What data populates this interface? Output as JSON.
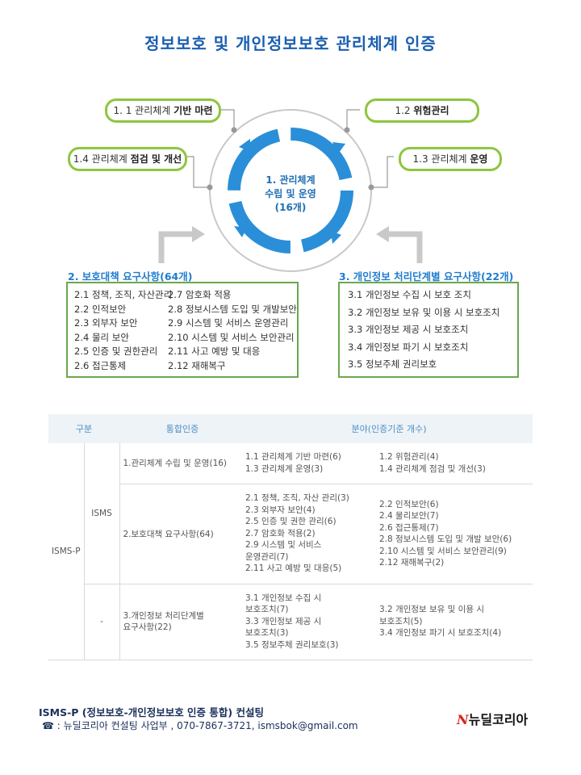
{
  "title": "정보보호 및 개인정보보호 관리체계 인증",
  "cycle": {
    "center": [
      "1. 관리체계",
      "수립 및 운영",
      "(16개)"
    ],
    "p11": {
      "prefix": "1. 1 관리체계 ",
      "bold": "기반 마련"
    },
    "p12": {
      "prefix": "1.2 ",
      "bold": "위험관리"
    },
    "p13": {
      "prefix": "1.3 관리체계 ",
      "bold": "운영"
    },
    "p14": {
      "prefix": "1.4 관리체계 ",
      "bold": "점검 및 개선"
    }
  },
  "section2": {
    "heading": "2. 보호대책 요구사항(64개)",
    "col1": [
      "2.1 정책, 조직, 자산관리",
      "2.2 인적보안",
      "2.3 외부자 보안",
      "2.4 물리 보안",
      "2.5 인증 및 권한관리",
      "2.6 접근통제"
    ],
    "col2": [
      "2.7 암호화 적용",
      "2.8 정보시스템 도입 및 개발보안",
      "2.9 시스템 및 서비스 운영관리",
      "2.10 시스템 및 서비스 보안관리",
      "2.11 사고 예방 및 대응",
      "2.12 재해복구"
    ]
  },
  "section3": {
    "heading": "3. 개인정보 처리단계별 요구사항(22개)",
    "items": [
      "3.1 개인정보 수집 시 보호 조치",
      "3.2 개인정보 보유 및 이용 시 보호조치",
      "3.3 개인정보 제공 시 보호조치",
      "3.4 개인정보 파기 시 보호조치",
      "3.5 정보주체 권리보호"
    ]
  },
  "table": {
    "headers": [
      "구분",
      "통합인증",
      "분야(인증기준 개수)"
    ],
    "isms_p": "ISMS-P",
    "isms": "ISMS",
    "dash": "-",
    "row1": {
      "area": "1.관리체계 수립 및 운영(16)",
      "left": [
        "1.1 관리체계 기반 마련(6)",
        "1.3 관리체계 운영(3)"
      ],
      "right": [
        "1.2 위험관리(4)",
        "1.4 관리체계 점검 및 개선(3)"
      ]
    },
    "row2": {
      "area": "2.보호대책 요구사항(64)",
      "left": [
        "2.1 정책, 조직, 자산 관리(3)",
        "2.3 외부자 보안(4)",
        "2.5 인증 및 권한 관리(6)",
        "2.7 암호화 적용(2)",
        "2.9 시스템 및 서비스",
        "    운영관리(7)",
        "2.11 사고 예방 및 대응(5)"
      ],
      "right": [
        "2.2 인적보안(6)",
        "2.4 물리보안(7)",
        "2.6 접근통제(7)",
        "2.8 정보시스템 도입 및 개발 보안(6)",
        "2.10 시스템 및 서비스 보안관리(9)",
        "2.12 재해복구(2)"
      ]
    },
    "row3": {
      "area": [
        "3.개인정보 처리단계별",
        "  요구사항(22)"
      ],
      "left": [
        "3.1 개인정보 수집 시",
        "    보호조치(7)",
        "3.3 개인정보 제공 시",
        "    보호조치(3)",
        "3.5 정보주체 권리보호(3)"
      ],
      "right": [
        "3.2 개인정보 보유 및 이용 시",
        "    보호조치(5)",
        "3.4 개인정보 파기 시 보호조치(4)"
      ]
    }
  },
  "footer": {
    "line1": "ISMS-P (정보보호-개인정보보호 인증 통합) 컨설팅",
    "phone_icon": "☎",
    "line2": " : 뉴딜코리아 컨설팅 사업부 , 070-7867-3721, ismsbok@gmail.com",
    "logo_mark": "N",
    "logo_text": "뉴딜코리아",
    "colors": {
      "title": "#1a5fb0",
      "green": "#8dc63f",
      "blue": "#2a8fd8"
    }
  }
}
